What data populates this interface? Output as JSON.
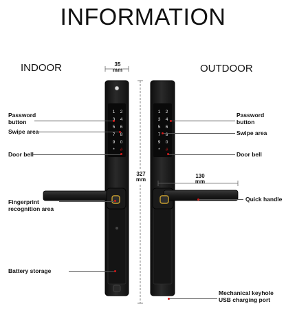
{
  "header": {
    "title": "INFORMATION"
  },
  "sides": {
    "indoor": "INDOOR",
    "outdoor": "OUTDOOR"
  },
  "dimensions": {
    "width": {
      "value": "35",
      "unit": "mm"
    },
    "height": {
      "value": "327",
      "unit": "mm"
    },
    "handle": {
      "value": "130",
      "unit": "mm"
    }
  },
  "indoor_labels": {
    "password": "Password\nbutton",
    "swipe": "Swipe area",
    "doorbell": "Door bell",
    "fingerprint": "Fingerprint\nrecognition area",
    "battery": "Battery storage"
  },
  "outdoor_labels": {
    "password": "Password\nbutton",
    "swipe": "Swipe area",
    "doorbell": "Door bell",
    "handle": "Quick  handle",
    "keyhole": "Mechanical keyhole\nUSB charging port"
  },
  "keypad": {
    "keys": [
      "1",
      "2",
      "3",
      "4",
      "5",
      "6",
      "7",
      "8",
      "9",
      "0",
      "*",
      "#"
    ]
  },
  "colors": {
    "lock_body": "#1b1b1b",
    "accent": "#d21818",
    "keypad_text": "#e8e8e8"
  }
}
